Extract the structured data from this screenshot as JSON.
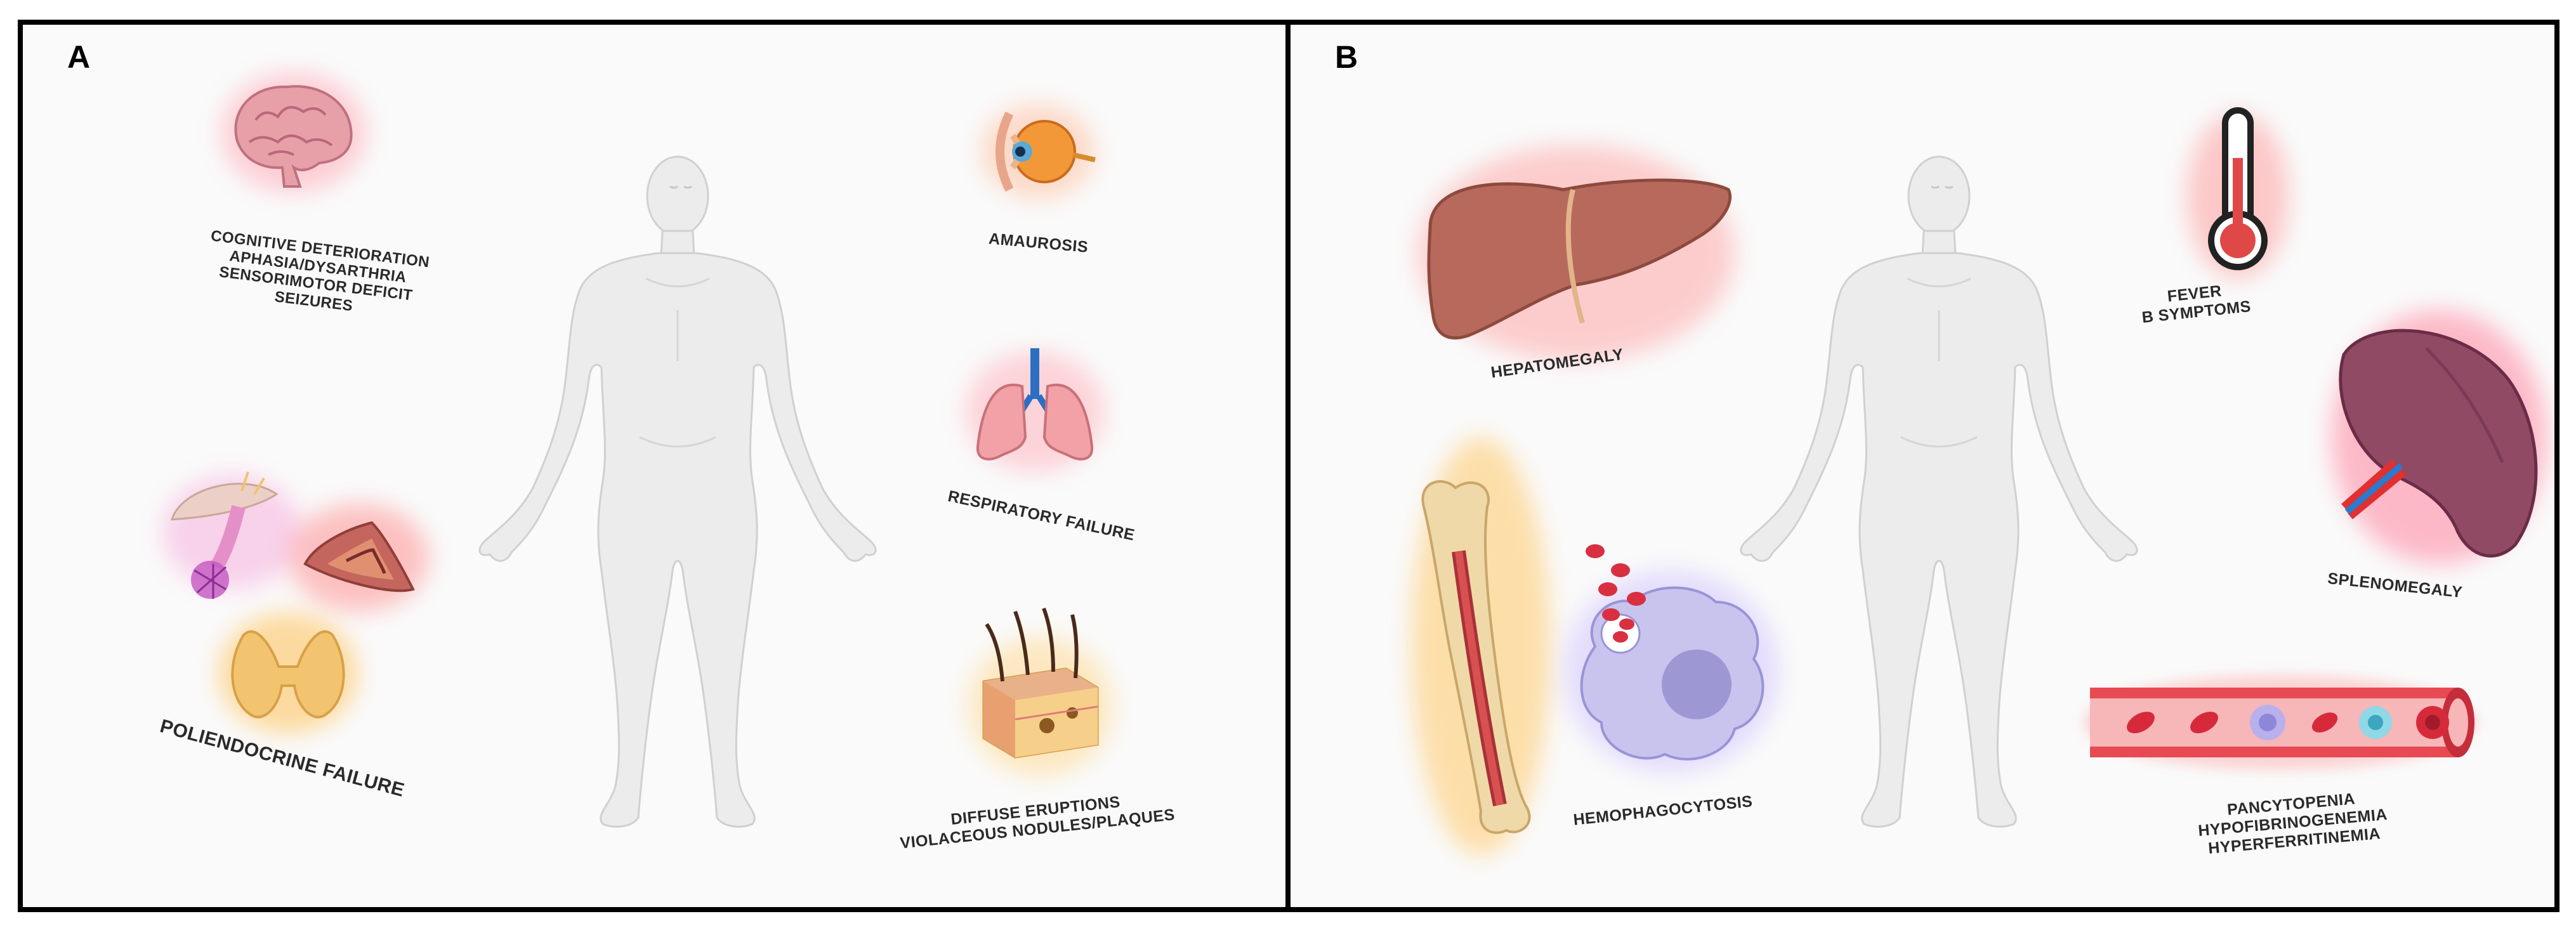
{
  "panels": {
    "a": {
      "letter": "A",
      "labels": {
        "neuro": [
          "COGNITIVE DETERIORATION",
          "APHASIA/DYSARTHRIA",
          "SENSORIMOTOR DEFICIT",
          "SEIZURES"
        ],
        "eye": "AMAUROSIS",
        "lung": "RESPIRATORY FAILURE",
        "endocrine": "POLIENDOCRINE FAILURE",
        "skin": [
          "DIFFUSE ERUPTIONS",
          "VIOLACEOUS NODULES/PLAQUES"
        ]
      },
      "icons": [
        "brain-icon",
        "eye-icon",
        "lungs-icon",
        "pituitary-icon",
        "adrenal-icon",
        "thyroid-icon",
        "skin-icon",
        "human-body-icon"
      ]
    },
    "b": {
      "letter": "B",
      "labels": {
        "liver": "HEPATOMEGALY",
        "fever": [
          "FEVER",
          "B SYMPTOMS"
        ],
        "spleen": "SPLENOMEGALY",
        "hemophago": "HEMOPHAGOCYTOSIS",
        "blood": [
          "PANCYTOPENIA",
          "HYPOFIBRINOGENEMIA",
          "HYPERFERRITINEMIA"
        ]
      },
      "icons": [
        "liver-icon",
        "thermometer-icon",
        "spleen-icon",
        "bone-icon",
        "macrophage-icon",
        "red-blood-cell-icon",
        "blood-vessel-icon",
        "human-body-icon"
      ]
    }
  },
  "colors": {
    "frame": "#000000",
    "body": "#ebebeb",
    "body_outline": "#cfcfcf",
    "organ_glow": "#ff8f8f",
    "endocrine_glow": "#ffc04d"
  }
}
